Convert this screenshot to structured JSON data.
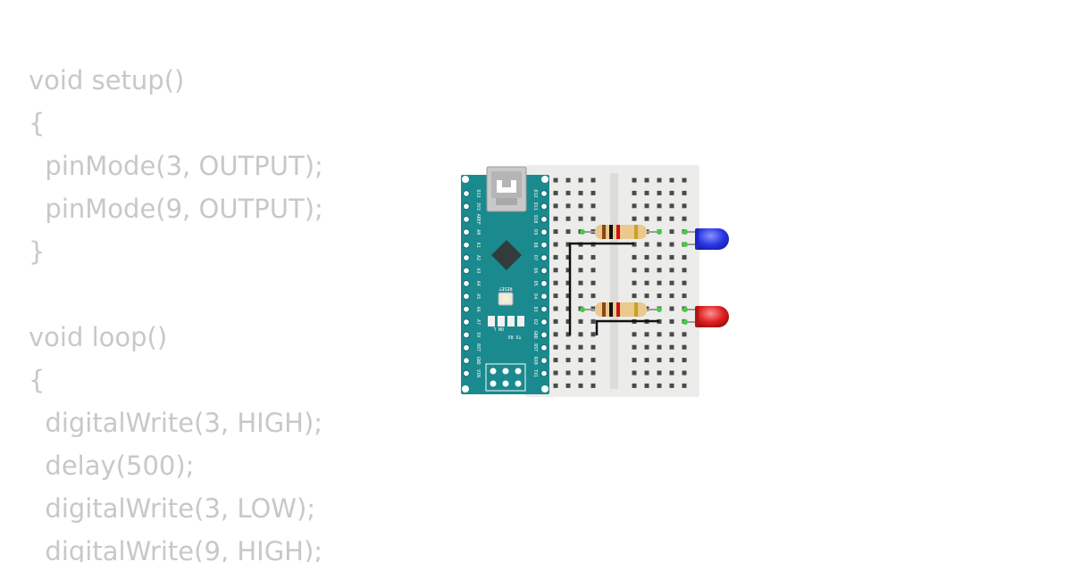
{
  "code": {
    "lines": [
      "void setup()",
      "{",
      "  pinMode(3, OUTPUT);",
      "  pinMode(9, OUTPUT);",
      "}",
      "",
      "void loop()",
      "{",
      "  digitalWrite(3, HIGH);",
      "  delay(500);",
      "  digitalWrite(3, LOW);",
      "  digitalWrite(9, HIGH);"
    ]
  },
  "circuit": {
    "board": {
      "right_pin_labels": [
        "D12",
        "D11",
        "D10",
        "D9",
        "D8",
        "D7",
        "D6",
        "D5",
        "D4",
        "D3",
        "D2",
        "GND",
        "RST",
        "RX0",
        "TX1"
      ],
      "left_pin_labels": [
        "D13",
        "3V3",
        "AREF",
        "A0",
        "A1",
        "A2",
        "A3",
        "A4",
        "A5",
        "A6",
        "A7",
        "5V",
        "RST",
        "GND",
        "VIN"
      ],
      "reset_label": "RESET",
      "led_labels": "ON L",
      "txrx_label": "TX RX",
      "colors": {
        "board": "#1a8a8e",
        "pin": "#dfe9e9"
      }
    },
    "breadboard_color": "#ececea",
    "leds": [
      {
        "color_name": "blue",
        "color": "#2b37e6"
      },
      {
        "color_name": "red",
        "color": "#dd2020"
      }
    ],
    "resistor_color": "#e9c98d"
  }
}
